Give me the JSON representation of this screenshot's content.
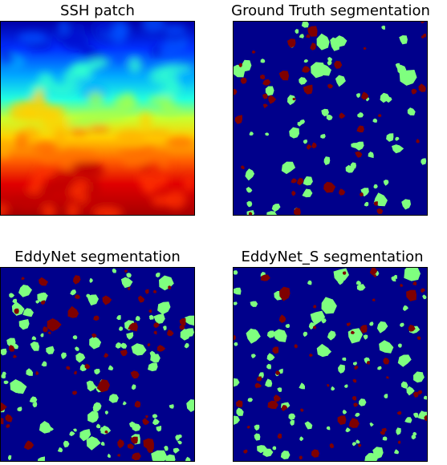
{
  "figure": {
    "panels": [
      {
        "id": "ssh",
        "title": "SSH patch"
      },
      {
        "id": "gt",
        "title": "Ground Truth segmentation"
      },
      {
        "id": "eddynet",
        "title": "EddyNet segmentation"
      },
      {
        "id": "eddynet_s",
        "title": "EddyNet_S segmentation"
      }
    ]
  },
  "colors": {
    "background": "#00008b",
    "anticyclonic": "#7fff7f",
    "cyclonic": "#7f0000",
    "ssh_gradient": [
      "#0000a8",
      "#0030ff",
      "#00a8ff",
      "#20ffe0",
      "#c8ff30",
      "#ffd000",
      "#ff6000",
      "#e00000",
      "#a80000"
    ]
  }
}
